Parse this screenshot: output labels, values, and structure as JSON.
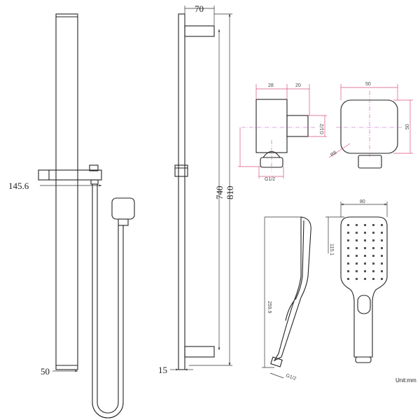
{
  "rail_front": {
    "slider_dim": "145.6",
    "width_dim": "50"
  },
  "rail_side": {
    "bracket_dim": "70",
    "inner_dim": "740",
    "overall_dim": "810",
    "depth_dim": "15"
  },
  "wall_outlet_side": {
    "width_a": "28",
    "width_b": "20",
    "thread_side": "G1/2",
    "thread_bottom": "G1/2"
  },
  "wall_outlet_front": {
    "width": "50",
    "height": "50",
    "radius": "R8"
  },
  "hand_shower": {
    "width": "80",
    "head_length": "115.1",
    "total_length": "259.9",
    "thread": "G1/2",
    "nozzle_rows": 8,
    "nozzle_cols": 5
  },
  "unit_label": "Unit:mm",
  "colors": {
    "outline": "#222222",
    "dimension_pink": "#d9507a",
    "centerline": "#c050c0"
  }
}
